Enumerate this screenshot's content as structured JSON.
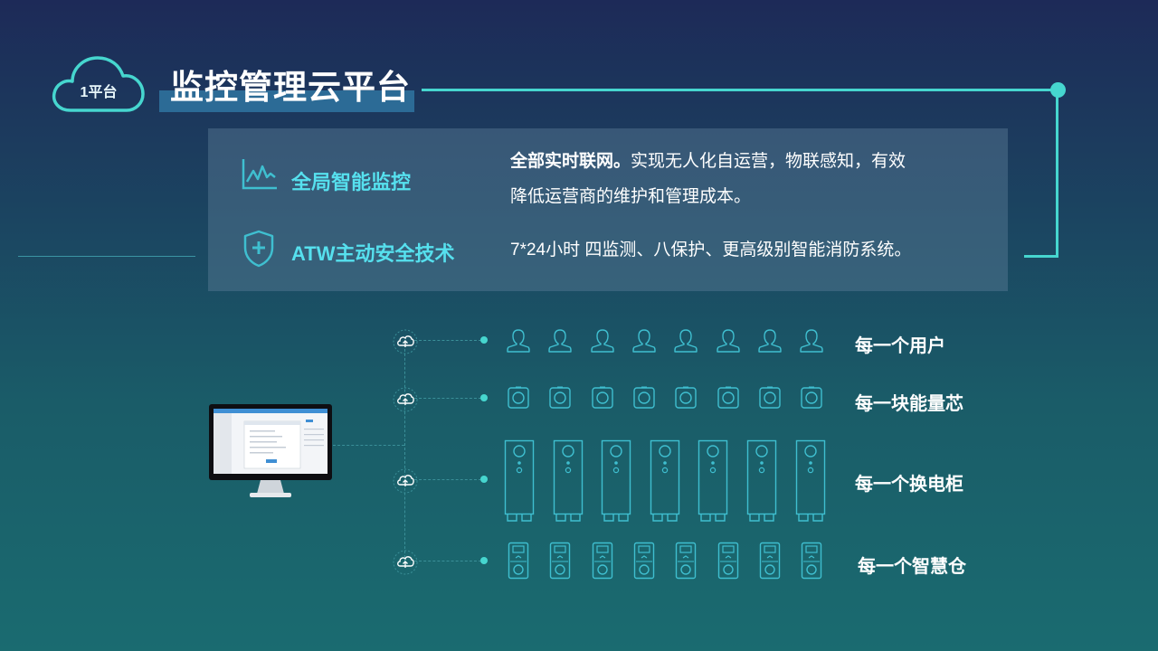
{
  "header": {
    "badge_label": "1平台",
    "title": "监控管理云平台"
  },
  "features": [
    {
      "icon": "activity-chart-icon",
      "title": "全局智能监控",
      "text_bold": "全部实时联网。",
      "text_line1": "实现无人化自运营，物联感知，有效",
      "text_line2": "降低运营商的维护和管理成本。"
    },
    {
      "icon": "shield-plus-icon",
      "title": "ATW主动安全技术",
      "text_line1": "7*24小时 四监测、八保护、更高级别智能消防系统。"
    }
  ],
  "rows": [
    {
      "label": "每一个用户",
      "icon": "user-icon",
      "count": 8
    },
    {
      "label": "每一块能量芯",
      "icon": "battery-module-icon",
      "count": 8
    },
    {
      "label": "每一个换电柜",
      "icon": "swap-cabinet-icon",
      "count": 7
    },
    {
      "label": "每一个智慧仓",
      "icon": "smart-locker-icon",
      "count": 8
    }
  ],
  "colors": {
    "accent": "#46d6cf",
    "feature_title": "#56e0ee",
    "line_art": "#3fbfd0",
    "title_bar": "#2c6b96"
  }
}
